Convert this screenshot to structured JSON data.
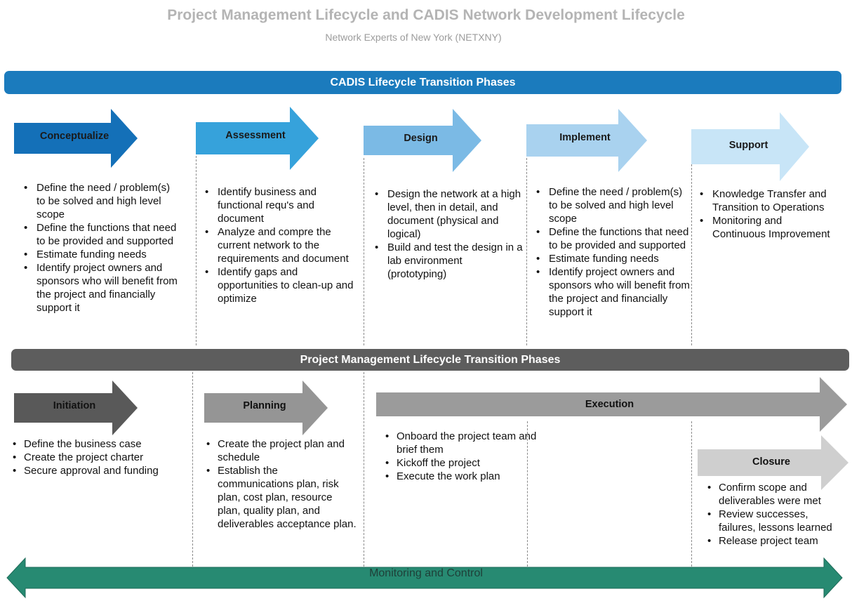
{
  "title": "Project Management Lifecycle and CADIS Network Development Lifecycle",
  "subtitle": "Network Experts of New York (NETXNY)",
  "cadis_banner": "CADIS Lifecycle Transition Phases",
  "pm_banner": "Project Management Lifecycle Transition Phases",
  "monitoring": "Monitoring and Control",
  "colors": {
    "cadis_banner": "#1b7bbd",
    "pm_banner": "#5d5d5d",
    "monitoring": "#278a72"
  },
  "cadis_phases": [
    {
      "name": "Conceptualize",
      "color": "#1470b8",
      "bullets": [
        "Define the need / problem(s) to be solved and high level scope",
        "Define the functions that need to be provided and supported",
        "Estimate funding needs",
        "Identify project owners and sponsors who will benefit from the project and financially support it"
      ]
    },
    {
      "name": "Assessment",
      "color": "#36a2db",
      "bullets": [
        "Identify business and functional requ's and document",
        "Analyze and compre the current network to the requirements and document",
        "Identify gaps and opportunities to clean-up and optimize"
      ]
    },
    {
      "name": "Design",
      "color": "#7bbae5",
      "bullets": [
        "Design the network at a high level, then in detail, and document (physical and logical)",
        "Build and test the design in a lab environment (prototyping)"
      ]
    },
    {
      "name": "Implement",
      "color": "#a9d2ef",
      "bullets": [
        "Define the need / problem(s) to be solved and high level scope",
        "Define the functions that need to be provided and supported",
        "Estimate funding needs",
        "Identify project owners and sponsors who will benefit from the project and financially support it"
      ]
    },
    {
      "name": "Support",
      "color": "#c8e5f7",
      "bullets": [
        "Knowledge Transfer and Transition to Operations",
        "Monitoring and Continuous Improvement"
      ]
    }
  ],
  "pm_phases": [
    {
      "name": "Initiation",
      "color": "#595959",
      "bullets": [
        "Define the business case",
        "Create the project charter",
        "Secure approval and funding"
      ]
    },
    {
      "name": "Planning",
      "color": "#959595",
      "bullets": [
        "Create the project plan and schedule",
        "Establish the communications plan, risk plan, cost plan, resource plan, quality plan, and deliverables acceptance plan."
      ]
    },
    {
      "name": "Execution",
      "color": "#9b9b9b",
      "bullets": [
        "Onboard the project team and brief them",
        "Kickoff the project",
        "Execute the work plan"
      ]
    },
    {
      "name": "Closure",
      "color": "#cfcfcf",
      "bullets": [
        "Confirm scope and deliverables were met",
        "Review successes, failures, lessons learned",
        "Release project team"
      ]
    }
  ]
}
